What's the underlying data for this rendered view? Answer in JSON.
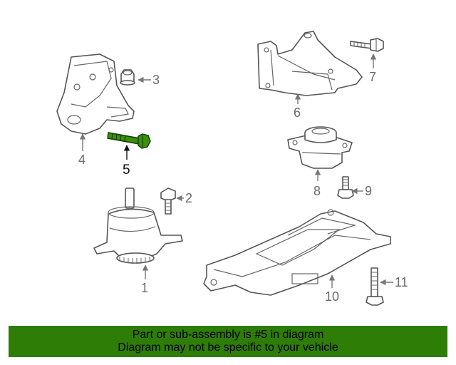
{
  "diagram": {
    "callouts": [
      "1",
      "2",
      "3",
      "4",
      "5",
      "6",
      "7",
      "8",
      "9",
      "10",
      "11"
    ],
    "highlighted": "5",
    "highlight_color": "#2d7d06"
  },
  "banner": {
    "line1": "Part or sub-assembly is #5 in diagram",
    "line2": "Diagram may not be specific to your vehicle",
    "background": "#2d7d06"
  }
}
